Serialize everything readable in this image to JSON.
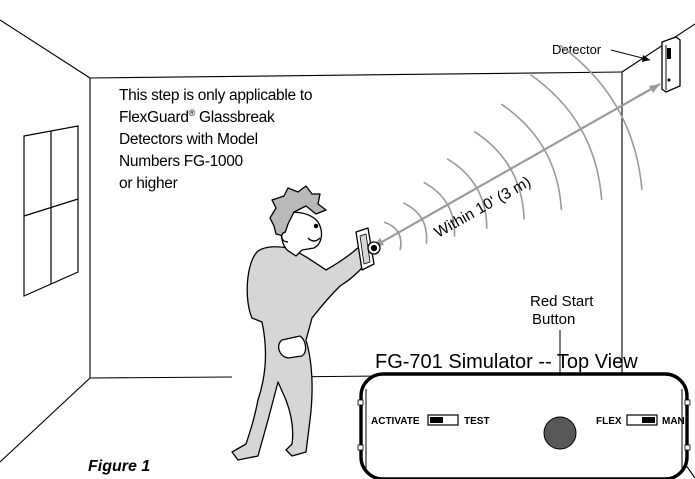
{
  "labels": {
    "detector": "Detector",
    "distance": "Within 10' (3 m)",
    "red_start_button": [
      "Red Start",
      "Button"
    ],
    "simulator_title": "FG-701 Simulator -- Top View",
    "figure": "Figure 1"
  },
  "note": {
    "line1": "This step is only applicable to",
    "line2_a": "FlexGuard",
    "line2_reg": "®",
    "line2_b": " Glassbreak",
    "line3": "Detectors with Model",
    "line4": "Numbers FG-1000",
    "line5": "or higher"
  },
  "simulator": {
    "activate_label": "ACTIVATE",
    "test_label": "TEST",
    "flex_label": "FLEX",
    "man_label": "MAN",
    "button_color": "#585858",
    "activate_switch_position": "ACTIVATE",
    "flex_switch_position": "MAN"
  },
  "colors": {
    "line": "#000000",
    "wave": "#9a9a9a",
    "person_fill": "#d6d6d6"
  }
}
